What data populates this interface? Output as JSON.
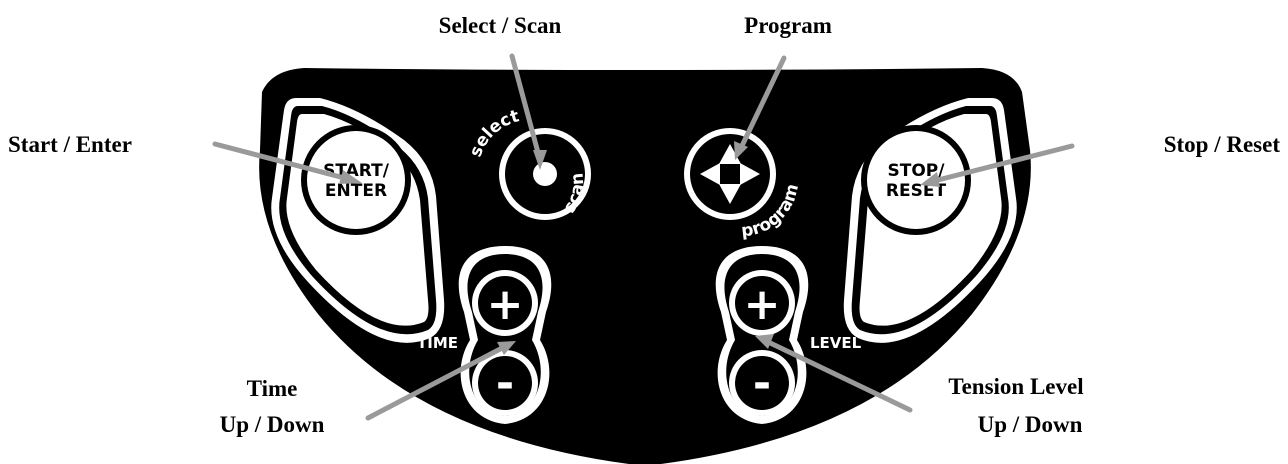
{
  "callouts": {
    "select_scan": "Select / Scan",
    "program": "Program",
    "start_enter": "Start / Enter",
    "stop_reset": "Stop / Reset",
    "time_line1": "Time",
    "time_line2": "Up / Down",
    "tension_line1": "Tension Level",
    "tension_line2": "Up / Down"
  },
  "buttons": {
    "start_line1": "START/",
    "start_line2": "ENTER",
    "stop_line1": "STOP/",
    "stop_line2": "RESET",
    "plus": "+",
    "minus": "-"
  },
  "panel_labels": {
    "select": "select",
    "scan": "scan",
    "program": "program",
    "time": "TIME",
    "level": "LEVEL"
  },
  "colors": {
    "panel": "#000000",
    "arrow": "#9a9a9a",
    "button": "#ffffff"
  }
}
